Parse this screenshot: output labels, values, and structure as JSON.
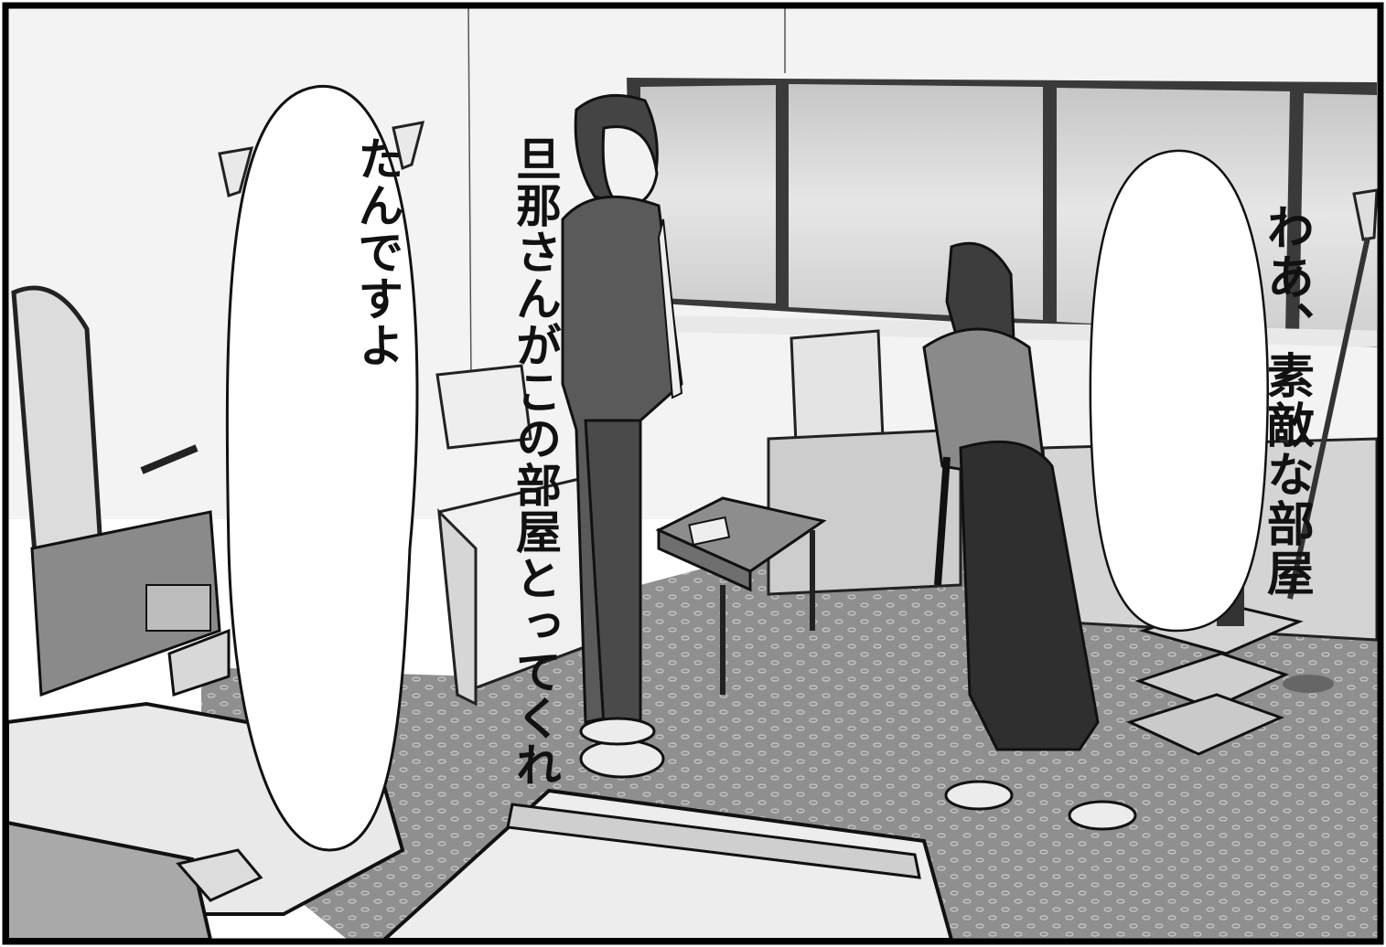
{
  "panel": {
    "left_bubble": {
      "lines": [
        "旦那さんがこの部屋とってくれ",
        "たんですよ"
      ]
    },
    "right_bubble": {
      "lines": [
        "わあ、素敵な部屋"
      ]
    }
  },
  "colors": {
    "ink": "#111111",
    "wall": "#f2f2f2",
    "window": "#d9d9d9",
    "carpet": "#8e8e8e",
    "furniture": "#c9c9c9",
    "border": "#000000"
  }
}
